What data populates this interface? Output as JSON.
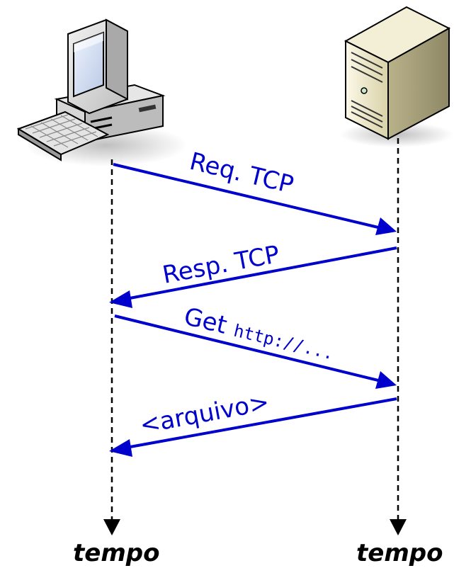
{
  "client": {
    "icon": "desktop-computer-icon"
  },
  "server": {
    "icon": "server-tower-icon"
  },
  "messages": {
    "req_tcp": "Req. TCP",
    "resp_tcp": "Resp. TCP",
    "get_label": "Get",
    "get_url": "http://...",
    "arquivo": "<arquivo>"
  },
  "timeline": {
    "client_label": "tempo",
    "server_label": "tempo"
  },
  "colors": {
    "arrow": "#0000cc",
    "timeline": "#000000"
  }
}
